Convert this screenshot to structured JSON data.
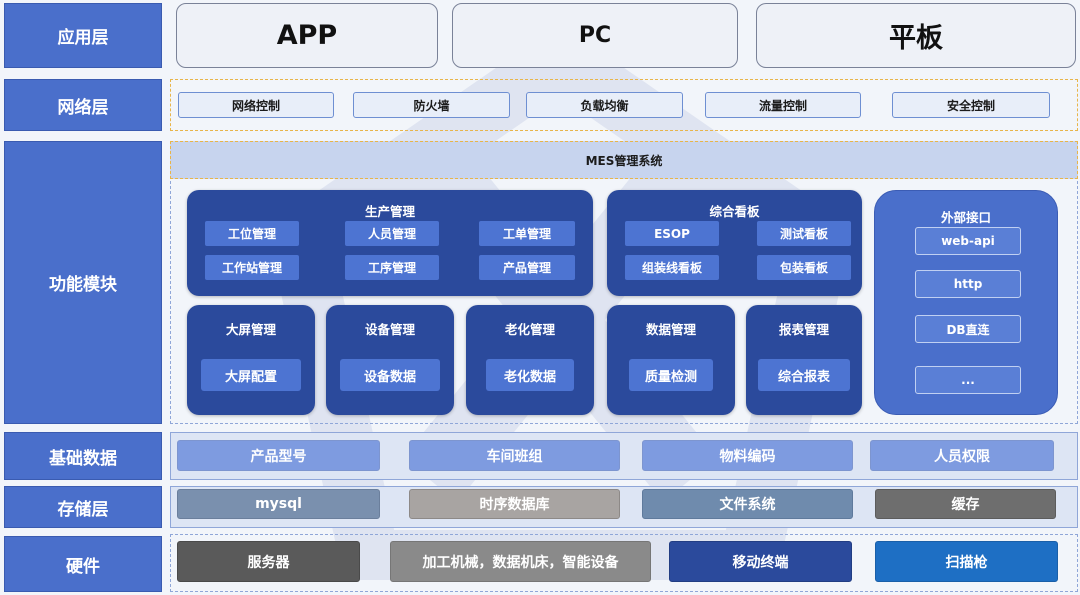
{
  "layers": {
    "application": "应用层",
    "network": "网络层",
    "function": "功能模块",
    "basic_data": "基础数据",
    "storage": "存储层",
    "hardware": "硬件"
  },
  "application_items": [
    "APP",
    "PC",
    "平板"
  ],
  "network_items": [
    "网络控制",
    "防火墙",
    "负载均衡",
    "流量控制",
    "安全控制"
  ],
  "mes_title": "MES管理系统",
  "production": {
    "title": "生产管理",
    "items": [
      "工位管理",
      "人员管理",
      "工单管理",
      "工作站管理",
      "工序管理",
      "产品管理"
    ]
  },
  "dashboard": {
    "title": "综合看板",
    "items": [
      "ESOP",
      "测试看板",
      "组装线看板",
      "包装看板"
    ]
  },
  "modules": [
    {
      "title": "大屏管理",
      "item": "大屏配置"
    },
    {
      "title": "设备管理",
      "item": "设备数据"
    },
    {
      "title": "老化管理",
      "item": "老化数据"
    },
    {
      "title": "数据管理",
      "item": "质量检测"
    },
    {
      "title": "报表管理",
      "item": "综合报表"
    }
  ],
  "external": {
    "title": "外部接口",
    "items": [
      "web-api",
      "http",
      "DB直连",
      "..."
    ]
  },
  "basic_items": [
    "产品型号",
    "车间班组",
    "物料编码",
    "人员权限"
  ],
  "storage_items": [
    "mysql",
    "时序数据库",
    "文件系统",
    "缓存"
  ],
  "hardware_items": [
    "服务器",
    "加工机械，数据机床，智能设备",
    "移动终端",
    "扫描枪"
  ],
  "colors": {
    "label_bg": "#4a6fcb",
    "panel_dark": "#2b4a9c",
    "chip": "#4d74d2",
    "gold_dashed": "#e8b54a",
    "scanner": "#1e6fc4"
  }
}
